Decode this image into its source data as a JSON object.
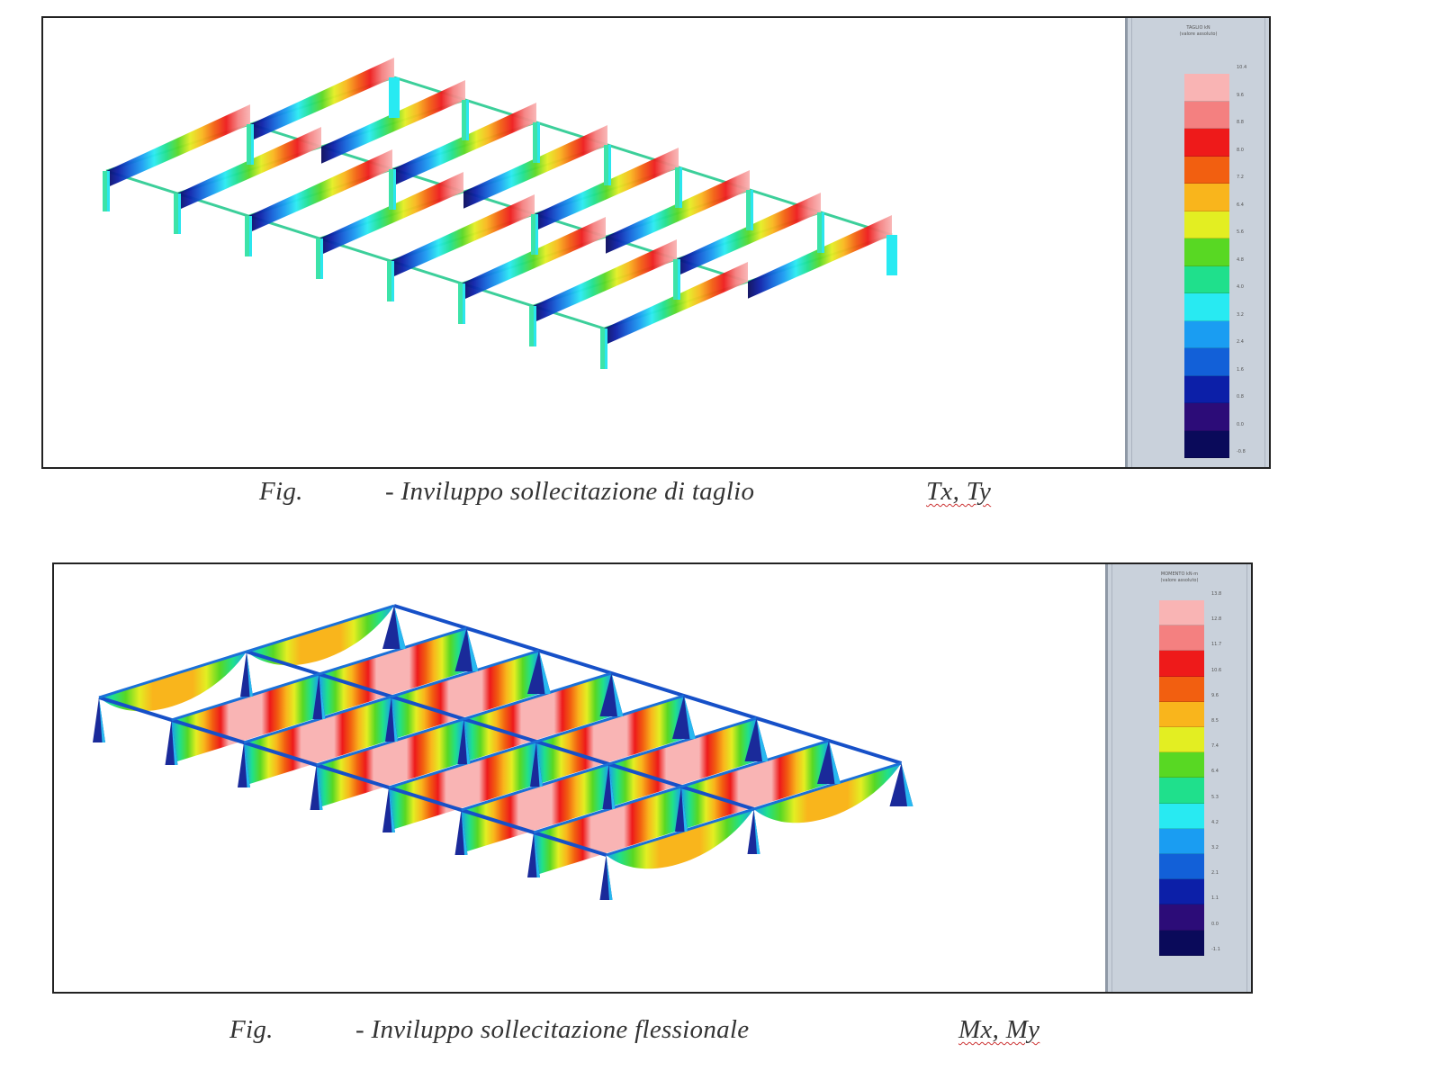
{
  "figures": [
    {
      "caption": {
        "prefix": "Fig.",
        "text": "- Inviluppo sollecitazione di taglio",
        "symbols": "Tx, Ty"
      },
      "legend": {
        "title_lines": [
          "TAGLIO kN",
          "(valore assoluto)"
        ],
        "colors": [
          "#f9b4b4",
          "#f48080",
          "#ee1a1a",
          "#f25f10",
          "#f9b51c",
          "#e3ee22",
          "#58d823",
          "#1fe08c",
          "#28eaf2",
          "#1a9df2",
          "#1260d8",
          "#0c1fa8",
          "#2c0c78",
          "#0a0a5a"
        ],
        "ticks": [
          "10.4",
          "9.6",
          "8.8",
          "8.0",
          "7.2",
          "6.4",
          "5.6",
          "4.8",
          "4.0",
          "3.2",
          "2.4",
          "1.6",
          "0.8",
          "0.0",
          "-0.8"
        ]
      }
    },
    {
      "caption": {
        "prefix": "Fig.",
        "text": "- Inviluppo sollecitazione flessionale",
        "symbols": "Mx, My"
      },
      "legend": {
        "title_lines": [
          "MOMENTO kN·m",
          "(valore assoluto)"
        ],
        "colors": [
          "#f9b4b4",
          "#f48080",
          "#ee1a1a",
          "#f25f10",
          "#f9b51c",
          "#e3ee22",
          "#58d823",
          "#1fe08c",
          "#28eaf2",
          "#1a9df2",
          "#1260d8",
          "#0c1fa8",
          "#2c0c78",
          "#0a0a5a"
        ],
        "ticks": [
          "13.8",
          "12.8",
          "11.7",
          "10.6",
          "9.6",
          "8.5",
          "7.4",
          "6.4",
          "5.3",
          "4.2",
          "3.2",
          "2.1",
          "1.1",
          "0.0",
          "-1.1"
        ]
      }
    }
  ]
}
